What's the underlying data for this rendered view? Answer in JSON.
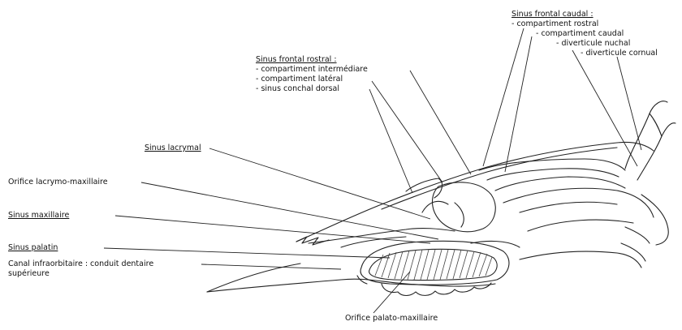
{
  "labels": {
    "sinus_frontal_caudal": {
      "title": "Sinus frontal caudal :",
      "items": [
        "- compartiment rostral",
        "- compartiment caudal",
        "- diverticule nuchal",
        "- diverticule cornual"
      ]
    },
    "sinus_frontal_rostral": {
      "title": "Sinus frontal rostral :",
      "items": [
        "- compartiment intermédiare",
        "- compartiment latéral",
        "- sinus conchal dorsal"
      ]
    },
    "sinus_lacrymal": "Sinus lacrymal",
    "orifice_lacrymo_maxillaire": "Orifice lacrymo-maxillaire",
    "sinus_maxillaire": "Sinus maxillaire",
    "sinus_palatin": "Sinus palatin",
    "canal_infraorbitaire_line1": "Canal infraorbitaire : conduit dentaire",
    "canal_infraorbitaire_line2": "supérieure",
    "orifice_palato_maxillaire": "Orifice palato-maxillaire"
  }
}
